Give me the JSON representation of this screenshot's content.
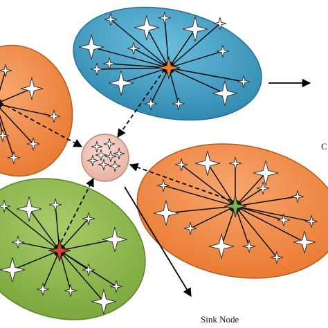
{
  "labels": {
    "sink": "Sink Node",
    "right_partial": "C"
  },
  "colors": {
    "cluster_blue": "#3e9fc4",
    "cluster_orange": "#f28d4c",
    "cluster_green": "#8fb84c",
    "sink_fill": "#f0c8bc",
    "head_orange": "#f07f2d",
    "head_green": "#7fb34f",
    "head_red": "#d0472e",
    "edge": "#000000"
  },
  "clusters": [
    {
      "id": "blue-top",
      "color": "cluster_blue",
      "head_color": "head_orange"
    },
    {
      "id": "orange-left",
      "color": "cluster_orange",
      "head_color": "none"
    },
    {
      "id": "orange-right",
      "color": "cluster_orange",
      "head_color": "head_green"
    },
    {
      "id": "green-bottom-left",
      "color": "cluster_green",
      "head_color": "head_red"
    }
  ]
}
